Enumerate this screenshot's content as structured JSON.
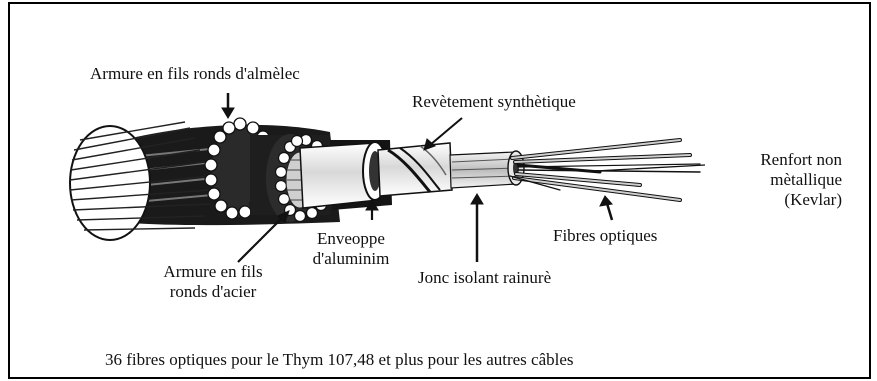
{
  "labels": {
    "armure_almelec": "Armure en fils ronds d'almèlec",
    "revetement": "Revètement synthètique",
    "renfort_line1": "Renfort non",
    "renfort_line2": "mètallique",
    "renfort_line3": "(Kevlar)",
    "fibres": "Fibres optiques",
    "enveloppe_line1": "Enveoppe",
    "enveloppe_line2": "d'aluminim",
    "armure_acier_line1": "Armure en fils",
    "armure_acier_line2": "ronds d'acier",
    "jonc": "Jonc isolant rainurè"
  },
  "caption": "36 fibres optiques pour le Thym 107,48 et plus pour les autres câbles",
  "colors": {
    "ink": "#111111",
    "background": "#ffffff"
  }
}
